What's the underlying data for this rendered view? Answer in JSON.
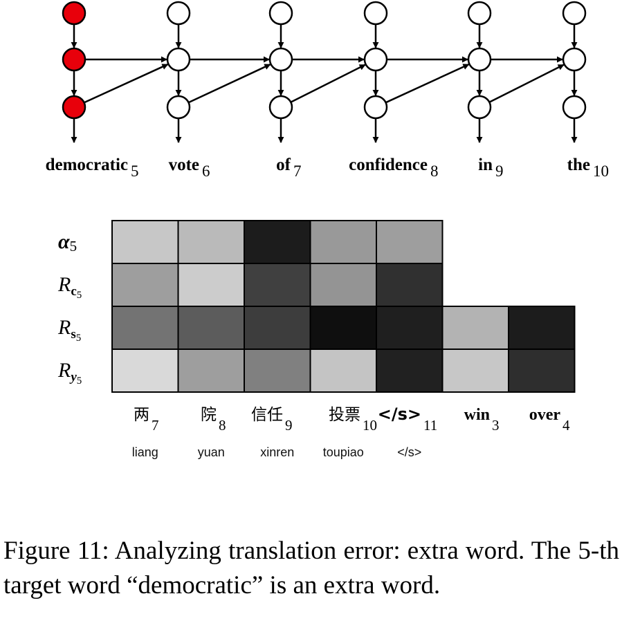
{
  "top_diagram": {
    "column_count": 6,
    "highlight_color": "#e8000b",
    "node_color": "#ffffff",
    "labels": [
      {
        "word": "democratic",
        "index": "5"
      },
      {
        "word": "vote",
        "index": "6"
      },
      {
        "word": "of",
        "index": "7"
      },
      {
        "word": "confidence",
        "index": "8"
      },
      {
        "word": "in",
        "index": "9"
      },
      {
        "word": "the",
        "index": "10"
      }
    ]
  },
  "heatmap": {
    "rows": [
      {
        "symbol": "α",
        "sub": "5",
        "bold": true,
        "values": [
          0.78,
          0.73,
          0.11,
          0.6,
          0.62
        ]
      },
      {
        "symbol": "R",
        "sub": "c",
        "subsub": "5",
        "values": [
          0.62,
          0.8,
          0.25,
          0.58,
          0.19
        ]
      },
      {
        "symbol": "R",
        "sub": "s",
        "subsub": "5",
        "values": [
          0.45,
          0.36,
          0.24,
          0.06,
          0.12,
          0.7,
          0.11
        ]
      },
      {
        "symbol": "R",
        "sub": "y",
        "subsub": "5",
        "values": [
          0.85,
          0.62,
          0.5,
          0.77,
          0.13,
          0.78,
          0.18
        ]
      }
    ],
    "columns": [
      {
        "word": "两",
        "index": "7",
        "pinyin": "liang"
      },
      {
        "word": "院",
        "index": "8",
        "pinyin": "yuan"
      },
      {
        "word": "信任",
        "index": "9",
        "pinyin": "xinren"
      },
      {
        "word": "投票",
        "index": "10",
        "pinyin": "toupiao"
      },
      {
        "word": "</s>",
        "index": "11",
        "pinyin": "</s>"
      },
      {
        "word": "win",
        "index": "3",
        "pinyin": ""
      },
      {
        "word": "over",
        "index": "4",
        "pinyin": ""
      }
    ]
  },
  "caption": "Figure 11:  Analyzing translation error: extra word. The 5-th target word “democratic” is an extra word."
}
